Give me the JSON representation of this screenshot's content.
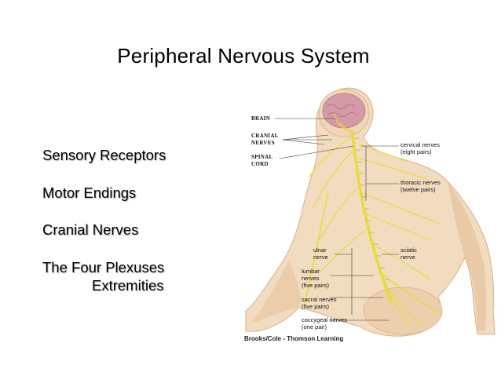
{
  "slide": {
    "title": "Peripheral Nervous System",
    "bullets": [
      "Sensory Receptors",
      "Motor Endings",
      "Cranial Nerves",
      "The Four Plexuses",
      "Extremities"
    ]
  },
  "figure": {
    "labels": {
      "brain": "BRAIN",
      "cranial_nerves_1": "CRANIAL",
      "cranial_nerves_2": "NERVES",
      "spinal_cord_1": "SPINAL",
      "spinal_cord_2": "CORD",
      "cervical_1": "cervical nerves",
      "cervical_2": "(eight pairs)",
      "thoracic_1": "thoracic nerves",
      "thoracic_2": "(twelve pairs)",
      "ulnar_1": "ulnar",
      "ulnar_2": "nerve",
      "sciatic_1": "sciatic",
      "sciatic_2": "nerve",
      "lumbar_1": "lumbar",
      "lumbar_2": "nerves",
      "lumbar_3": "(five pairs)",
      "sacral_1": "sacral nerves",
      "sacral_2": "(five pairs)",
      "coccygeal_1": "coccygeal nerves",
      "coccygeal_2": "(one pair)"
    },
    "credit": "Brooks/Cole - Thomson Learning",
    "colors": {
      "skin": "#f2dcc0",
      "skin_shadow": "#e2bf9a",
      "nerve": "#e6dc3a",
      "brain": "#d49aa8"
    }
  }
}
